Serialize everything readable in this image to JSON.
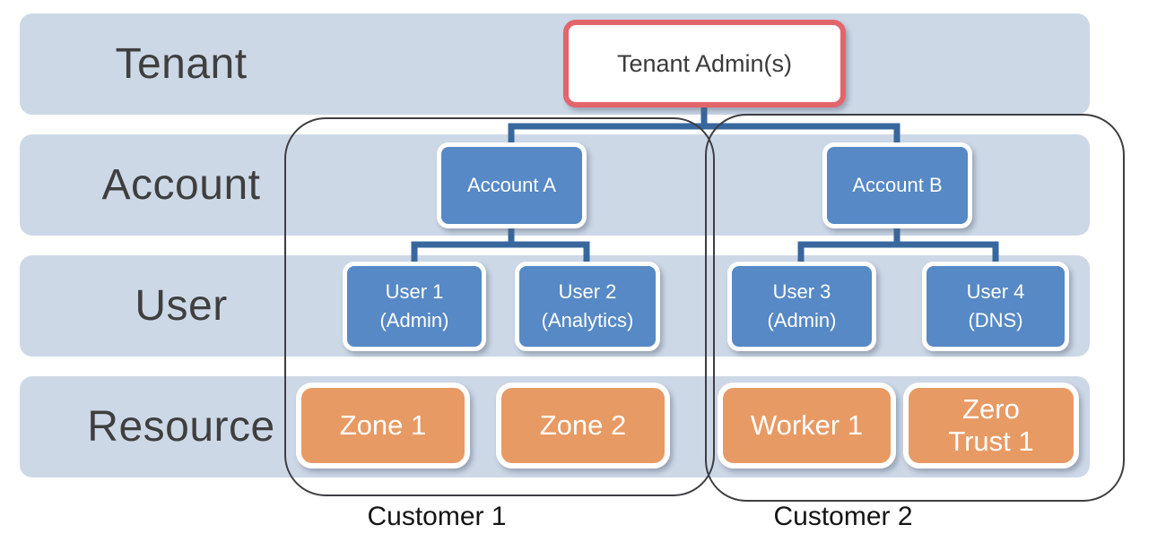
{
  "rows": {
    "tenant": "Tenant",
    "account": "Account",
    "user": "User",
    "resource": "Resource"
  },
  "nodes": {
    "tenant_admin": {
      "label": "Tenant Admin(s)"
    },
    "account_a": {
      "label": "Account A"
    },
    "account_b": {
      "label": "Account B"
    },
    "user_1": {
      "line1": "User 1",
      "line2": "(Admin)"
    },
    "user_2": {
      "line1": "User 2",
      "line2": "(Analytics)"
    },
    "user_3": {
      "line1": "User 3",
      "line2": "(Admin)"
    },
    "user_4": {
      "line1": "User 4",
      "line2": "(DNS)"
    },
    "zone_1": {
      "label": "Zone 1"
    },
    "zone_2": {
      "label": "Zone 2"
    },
    "worker_1": {
      "label": "Worker 1"
    },
    "zero_trust_1": {
      "line1": "Zero",
      "line2": "Trust 1"
    }
  },
  "groups": {
    "customer_1": {
      "label": "Customer 1"
    },
    "customer_2": {
      "label": "Customer 2"
    }
  },
  "edges": [
    [
      "tenant_admin",
      "account_a"
    ],
    [
      "tenant_admin",
      "account_b"
    ],
    [
      "account_a",
      "user_1"
    ],
    [
      "account_a",
      "user_2"
    ],
    [
      "account_b",
      "user_3"
    ],
    [
      "account_b",
      "user_4"
    ]
  ],
  "colors": {
    "band": "#cdd8e7",
    "node_blue": "#5689c5",
    "node_orange": "#e89a64",
    "tenant_admin_border": "#e2656b",
    "connector": "#38679e",
    "group_outline": "#3d3d42",
    "row_label_text": "#3f3f3f",
    "node_text": "#ffffff"
  }
}
